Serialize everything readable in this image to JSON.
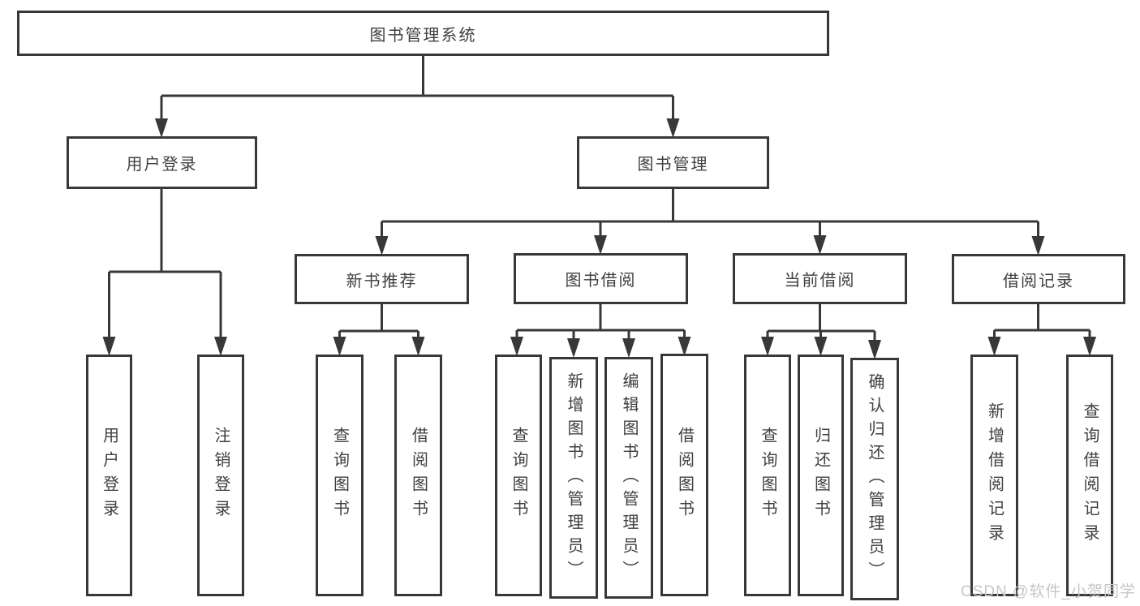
{
  "title": "图书管理系统",
  "watermark": "CSDN @软件_小贺同学",
  "colors": {
    "line": "#383838",
    "text": "#3f3f3f",
    "background": "#ffffff",
    "watermark": "#c6c6c6"
  },
  "chart_data": {
    "type": "tree-diagram",
    "title": "图书管理系统功能结构图"
  },
  "tree": {
    "label": "图书管理系统",
    "children": [
      {
        "label": "用户登录",
        "children": [
          {
            "label": "用户登录"
          },
          {
            "label": "注销登录"
          }
        ]
      },
      {
        "label": "图书管理",
        "children": [
          {
            "label": "新书推荐",
            "children": [
              {
                "label": "查询图书"
              },
              {
                "label": "借阅图书"
              }
            ]
          },
          {
            "label": "图书借阅",
            "children": [
              {
                "label": "查询图书"
              },
              {
                "label": "新增图书（管理员）"
              },
              {
                "label": "编辑图书（管理员）"
              },
              {
                "label": "借阅图书"
              }
            ]
          },
          {
            "label": "当前借阅",
            "children": [
              {
                "label": "查询图书"
              },
              {
                "label": "归还图书"
              },
              {
                "label": "确认归还（管理员）"
              }
            ]
          },
          {
            "label": "借阅记录",
            "children": [
              {
                "label": "新增借阅记录"
              },
              {
                "label": "查询借阅记录"
              }
            ]
          }
        ]
      }
    ]
  }
}
